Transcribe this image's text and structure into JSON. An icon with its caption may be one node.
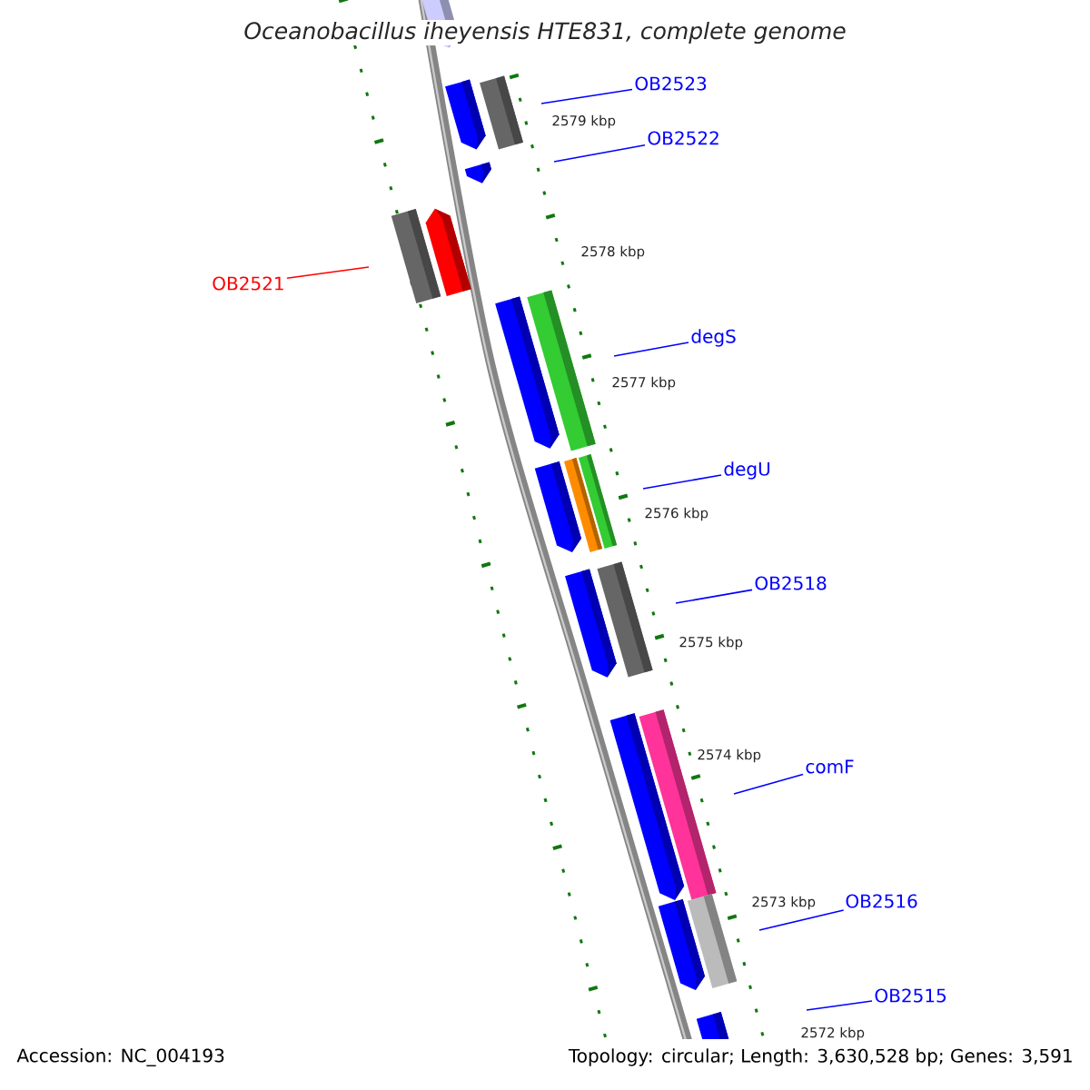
{
  "diagram": {
    "title": "Oceanobacillus iheyensis HTE831, complete genome",
    "nodes": [
      {
        "text": [
          "OB2523"
        ]
      },
      {
        "text": [
          "OB2522"
        ]
      },
      {
        "text": [
          "OB2521"
        ]
      },
      {
        "text": [
          "degS"
        ]
      },
      {
        "text": [
          "degU"
        ]
      },
      {
        "text": [
          "OB2518"
        ]
      },
      {
        "text": [
          "comF"
        ]
      },
      {
        "text": [
          "OB2516"
        ]
      },
      {
        "text": [
          "OB2515"
        ]
      }
    ],
    "edges": [
      {
        "from": 0,
        "to": null,
        "arrow": "none"
      },
      {
        "from": 1,
        "to": null,
        "arrow": "none"
      },
      {
        "from": 2,
        "to": null,
        "arrow": "none",
        "color": "#ff0000"
      },
      {
        "from": 3,
        "to": null,
        "arrow": "none"
      },
      {
        "from": 4,
        "to": null,
        "arrow": "none"
      },
      {
        "from": 5,
        "to": null,
        "arrow": "none"
      },
      {
        "from": 6,
        "to": null,
        "arrow": "none"
      },
      {
        "from": 7,
        "to": null,
        "arrow": "none"
      },
      {
        "from": 8,
        "to": null,
        "arrow": "none"
      }
    ],
    "labels": [
      "2579 kbp",
      "2578 kbp",
      "2577 kbp",
      "2576 kbp",
      "2575 kbp",
      "2574 kbp",
      "2573 kbp",
      "2572 kbp",
      "Accession: NC_004193",
      "Topology: circular; Length: 3,630,528 bp; Genes: 3,591"
    ]
  }
}
